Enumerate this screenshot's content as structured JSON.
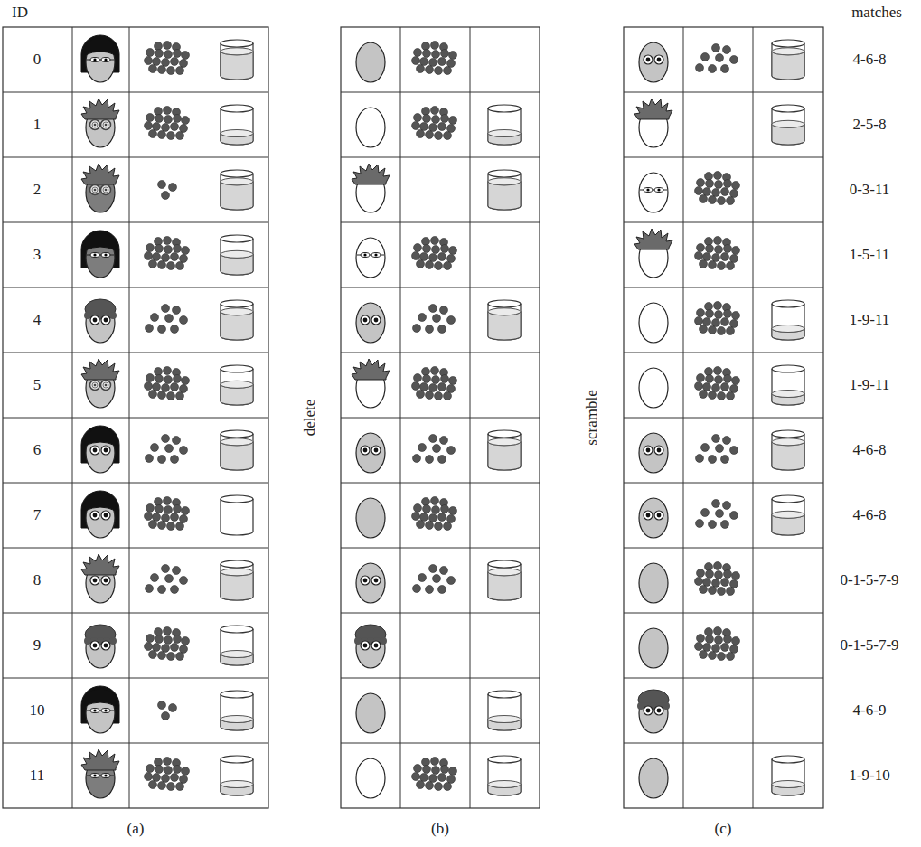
{
  "diagram": {
    "labels": [
      "ID",
      "0",
      "1",
      "2",
      "3",
      "4",
      "5",
      "6",
      "7",
      "8",
      "9",
      "10",
      "11",
      "delete",
      "scramble",
      "matches",
      "4-6-8",
      "2-5-8",
      "0-3-11",
      "1-5-11",
      "1-9-11",
      "1-9-11",
      "4-6-8",
      "4-6-8",
      "0-1-5-7-9",
      "0-1-5-7-9",
      "4-6-9",
      "1-9-10",
      "(a)",
      "(b)",
      "(c)"
    ]
  }
}
